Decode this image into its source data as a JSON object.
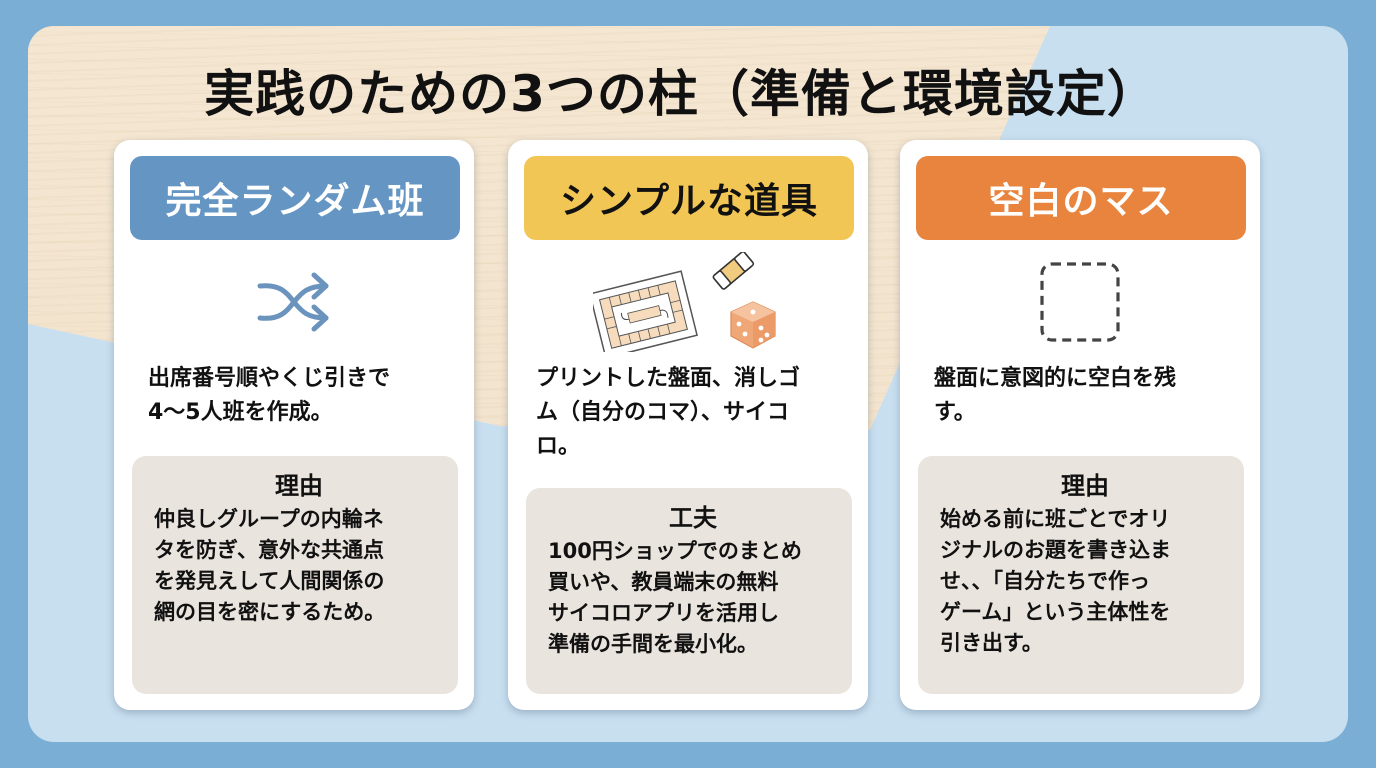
{
  "slide": {
    "title": "実践のための3つの柱（準備と環境設定）",
    "colors": {
      "outer_background": "#7aaed4",
      "frame_background": "#c8dff0",
      "wood_background": "#f3e4ce",
      "card_background": "#ffffff",
      "reason_box_background": "#e9e4dd"
    }
  },
  "pillars": [
    {
      "header": "完全ランダム班",
      "header_color": "#6596c3",
      "icon": "shuffle-icon",
      "description": "出席番号順やくじ引きで\n4〜5人班を作成。",
      "box_title": "理由",
      "box_text": "仲良しグループの内輪ネ\nタを防ぎ、意外な共通点\nを発見えして人間関係の\n網の目を密にするため。"
    },
    {
      "header": "シンプルな道具",
      "header_color": "#f2c654",
      "icon": "board-eraser-dice-icon",
      "description": "プリントした盤面、消しゴ\nム（自分のコマ）、サイコ\nロ。",
      "box_title": "工夫",
      "box_text": "100円ショップでのまとめ\n買いや、教員端末の無料\nサイコロアプリを活用し\n準備の手間を最小化。"
    },
    {
      "header": "空白のマス",
      "header_color": "#e8843d",
      "icon": "dashed-square-icon",
      "description": "盤面に意図的に空白を残\nす。",
      "box_title": "理由",
      "box_text": "始める前に班ごとでオリ\nジナルのお題を書き込ま\nせ、、「自分たちで作っ\nゲーム」という主体性を\n引き出す。"
    }
  ]
}
